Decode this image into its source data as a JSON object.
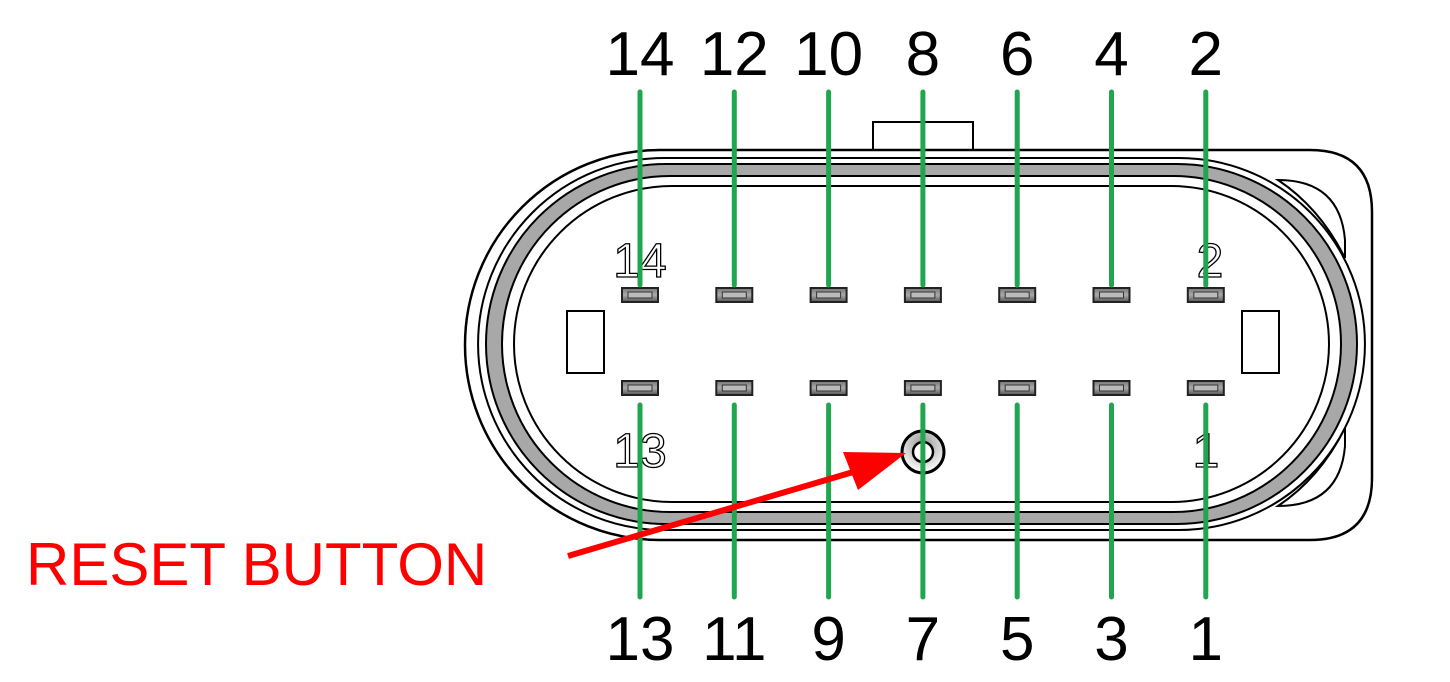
{
  "diagram": {
    "type": "connector-pinout",
    "top_pins": [
      "14",
      "12",
      "10",
      "8",
      "6",
      "4",
      "2"
    ],
    "bottom_pins": [
      "13",
      "11",
      "9",
      "7",
      "5",
      "3",
      "1"
    ],
    "embossed_labels": {
      "top_left": "14",
      "top_right": "2",
      "bottom_left": "13",
      "bottom_right": "1"
    },
    "callout": {
      "label": "RESET BUTTON",
      "target_pin": "7"
    },
    "colors": {
      "lead": "#1fa64f",
      "callout": "#ff0000",
      "contact": "#555555",
      "seal": "#a8a8a8"
    }
  }
}
